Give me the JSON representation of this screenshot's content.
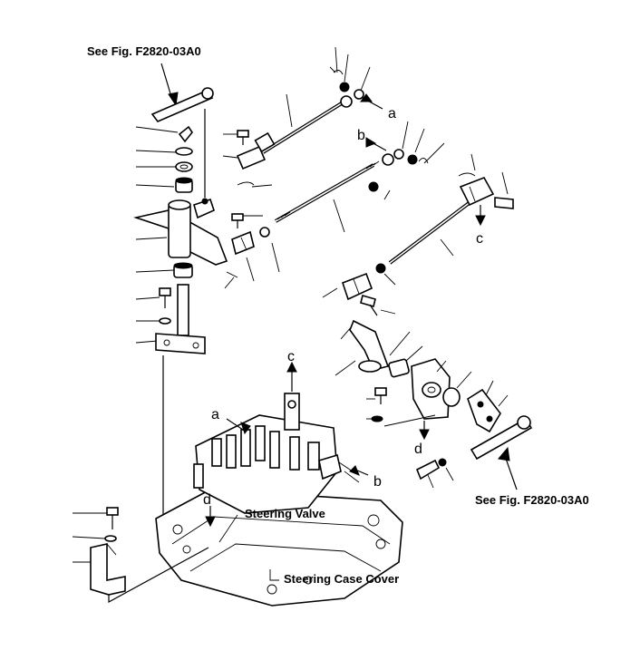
{
  "labels": {
    "see_fig_top": "See Fig. F2820-03A0",
    "see_fig_bottom": "See Fig. F2820-03A0",
    "steering_valve": "Steering Valve",
    "steering_case_cover": "Steering Case Cover"
  },
  "letters": {
    "a_top": "a",
    "b_top": "b",
    "c_top": "c",
    "c_bottom": "c",
    "a_bottom": "a",
    "b_bottom": "b",
    "d_right": "d",
    "d_bottom": "d"
  }
}
